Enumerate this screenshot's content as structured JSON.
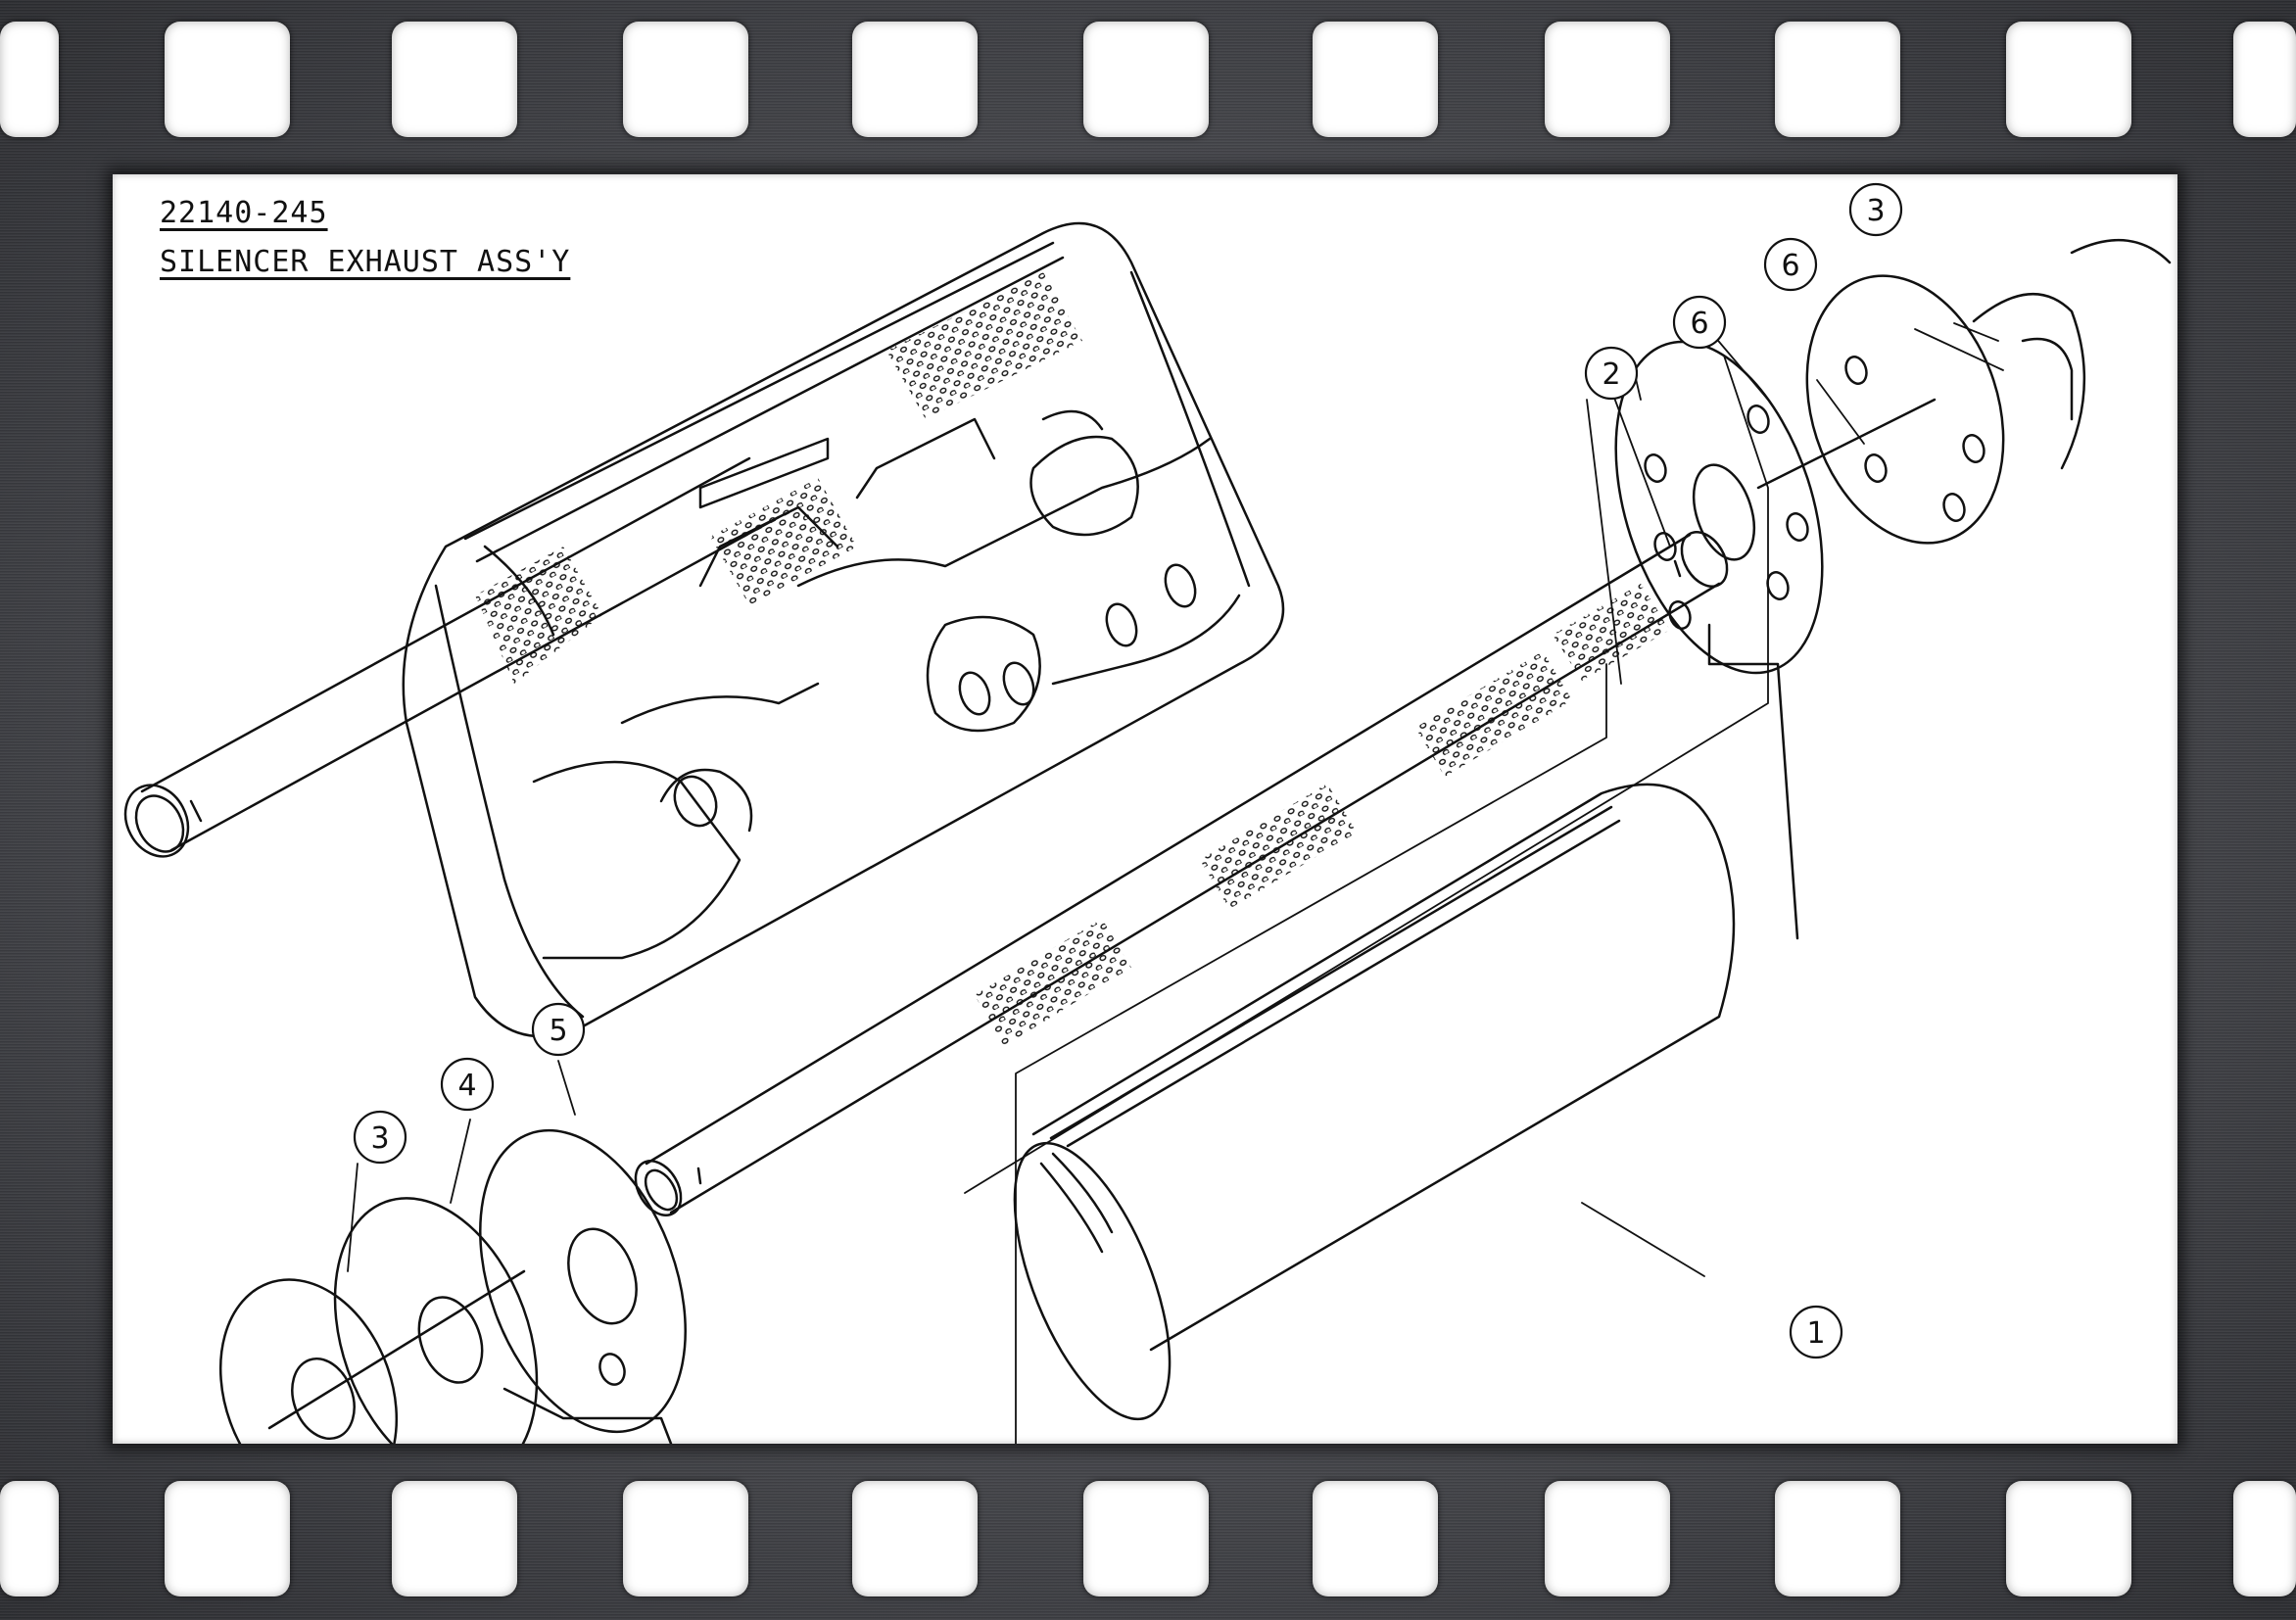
{
  "drawing": {
    "part_number": "22140-245",
    "assembly_name": "SILENCER EXHAUST ASS'Y"
  },
  "callouts": [
    {
      "id": "callout-3-top",
      "label": "3"
    },
    {
      "id": "callout-6-top-right",
      "label": "6"
    },
    {
      "id": "callout-6-top-left",
      "label": "6"
    },
    {
      "id": "callout-2",
      "label": "2"
    },
    {
      "id": "callout-5",
      "label": "5"
    },
    {
      "id": "callout-4",
      "label": "4"
    },
    {
      "id": "callout-3-bottom",
      "label": "3"
    },
    {
      "id": "callout-1",
      "label": "1"
    }
  ],
  "colors": {
    "ink": "#111111",
    "paper": "#ffffff",
    "film": "#45464b"
  }
}
